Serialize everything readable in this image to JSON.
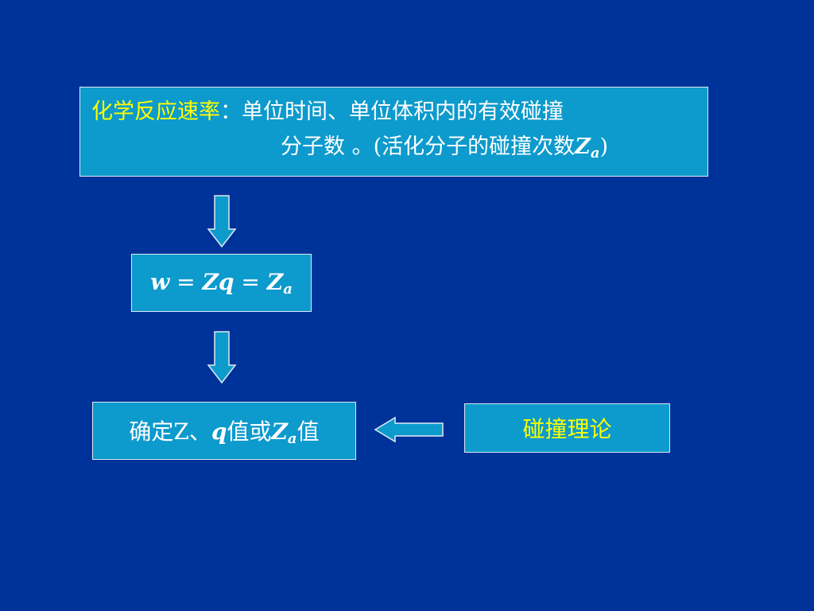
{
  "definition": {
    "term": "化学反应速率",
    "colon": "：",
    "line1_text": "单位时间、单位体积内的有效碰撞",
    "line2_prefix": "分子数 。(活化分子的碰撞次数",
    "line2_symbol": "Z",
    "line2_sub": "a",
    "line2_suffix": ")"
  },
  "formula": {
    "w": "w",
    "eq1": " = ",
    "Z": "Z",
    "q": "q",
    "eq2": " = ",
    "Z2": "Z",
    "sub": "a"
  },
  "determine": {
    "prefix": "确定Z、",
    "q": "q",
    "mid": "值或",
    "Z": "Z",
    "sub": "a",
    "suffix": "值"
  },
  "theory": {
    "label": "碰撞理论"
  },
  "colors": {
    "background": "#003399",
    "box_fill": "#0d9acc",
    "highlight": "#ffff00"
  }
}
